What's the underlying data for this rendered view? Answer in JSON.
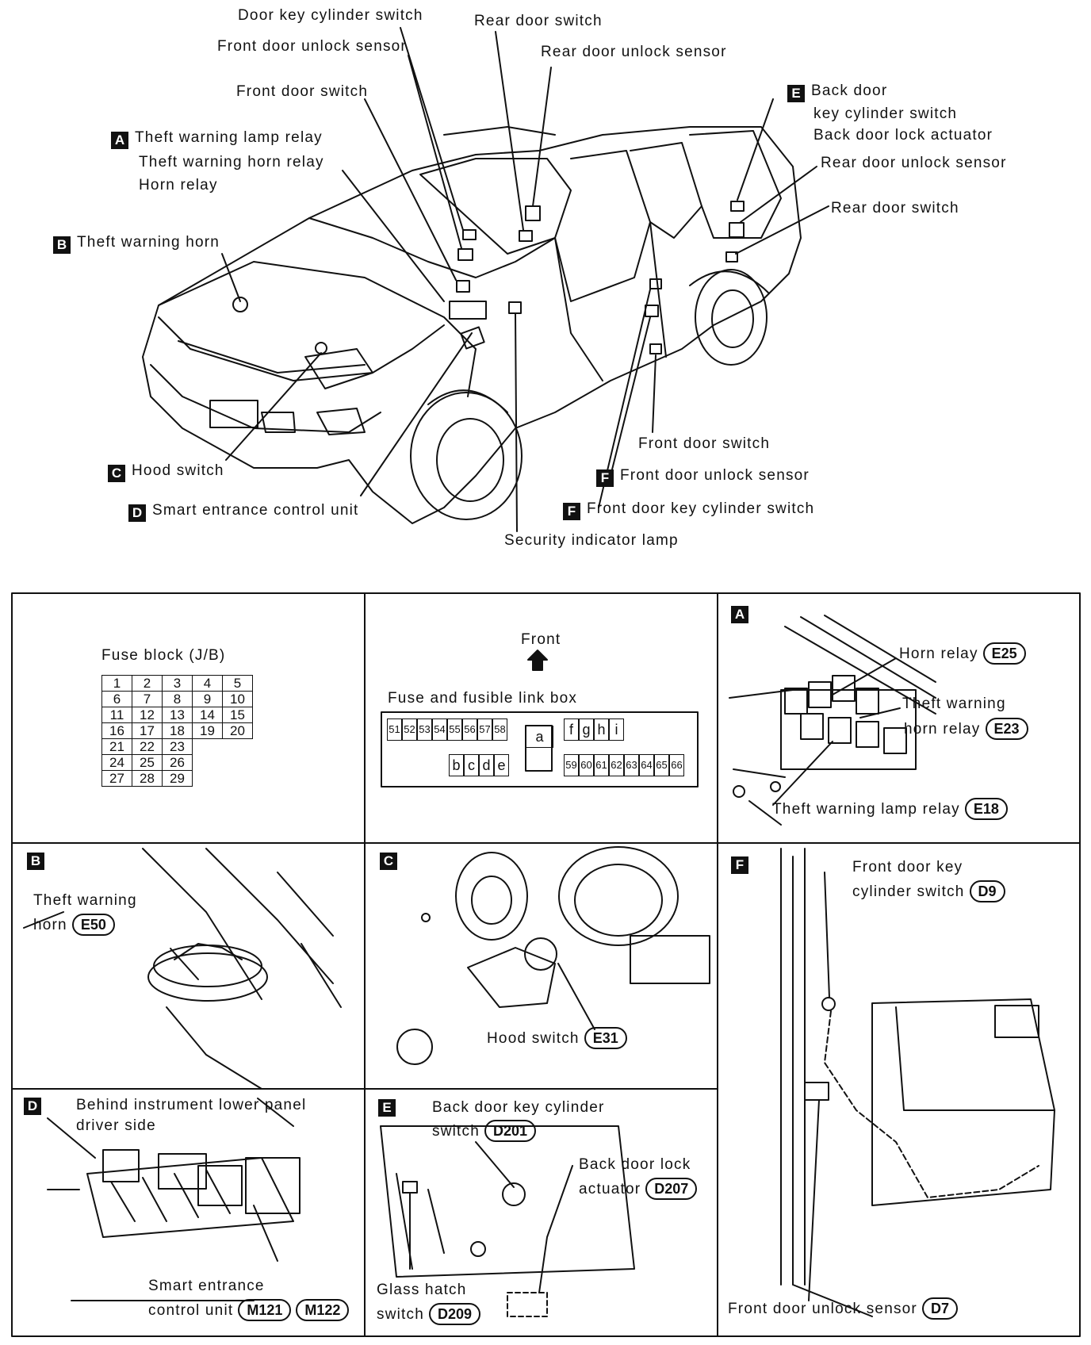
{
  "overview": {
    "door_key_cylinder_switch": "Door key cylinder switch",
    "front_door_unlock_sensor_top": "Front door unlock sensor",
    "rear_door_switch_top": "Rear door switch",
    "rear_door_unlock_sensor_top": "Rear door unlock sensor",
    "front_door_switch_top": "Front door switch",
    "a_lines": [
      "Theft warning lamp relay",
      "Theft warning horn relay",
      "Horn relay"
    ],
    "b_label": "Theft warning horn",
    "e_lines": [
      "Back door",
      "key cylinder switch",
      "Back door lock actuator"
    ],
    "rear_door_unlock_sensor_right": "Rear door unlock sensor",
    "rear_door_switch_right": "Rear door switch",
    "front_door_switch_bottom": "Front door switch",
    "f_front_door_unlock_sensor": "Front door unlock sensor",
    "f_front_door_key_cylinder_switch": "Front door key cylinder switch",
    "c_label": "Hood switch",
    "d_label": "Smart entrance control unit",
    "security_indicator_lamp": "Security indicator lamp"
  },
  "letters": {
    "a": "A",
    "b": "B",
    "c": "C",
    "d": "D",
    "e": "E",
    "f": "F"
  },
  "fuse_block": {
    "title": "Fuse block (J/B)",
    "rows": [
      [
        "1",
        "2",
        "3",
        "4",
        "5"
      ],
      [
        "6",
        "7",
        "8",
        "9",
        "10"
      ],
      [
        "11",
        "12",
        "13",
        "14",
        "15"
      ],
      [
        "16",
        "17",
        "18",
        "19",
        "20"
      ],
      [
        "21",
        "22",
        "23"
      ],
      [
        "24",
        "25",
        "26"
      ],
      [
        "27",
        "28",
        "29"
      ]
    ]
  },
  "fusible_box": {
    "front": "Front",
    "title": "Fuse and fusible link box",
    "left_top": [
      "51",
      "52",
      "53",
      "54",
      "55",
      "56",
      "57",
      "58"
    ],
    "left_bottom": [
      "b",
      "c",
      "d",
      "e"
    ],
    "middle": "a",
    "right_top": [
      "f",
      "g",
      "h",
      "i"
    ],
    "right_bottom": [
      "59",
      "60",
      "61",
      "62",
      "63",
      "64",
      "65",
      "66"
    ]
  },
  "panel_a": {
    "horn_relay": "Horn relay",
    "horn_relay_conn": "E25",
    "theft_horn_relay_1": "Theft warning",
    "theft_horn_relay_2": "horn relay",
    "theft_horn_relay_conn": "E23",
    "theft_lamp_relay": "Theft warning lamp relay",
    "theft_lamp_relay_conn": "E18"
  },
  "panel_b": {
    "line1": "Theft warning",
    "line2": "horn",
    "conn": "E50"
  },
  "panel_c": {
    "label": "Hood switch",
    "conn": "E31"
  },
  "panel_d": {
    "note1": "Behind instrument lower panel",
    "note2": "driver side",
    "label1": "Smart entrance",
    "label2": "control unit",
    "conn1": "M121",
    "conn2": "M122"
  },
  "panel_e": {
    "kc1": "Back door key cylinder",
    "kc2": "switch",
    "kc_conn": "D201",
    "la1": "Back door lock",
    "la2": "actuator",
    "la_conn": "D207",
    "gh1": "Glass hatch",
    "gh2": "switch",
    "gh_conn": "D209"
  },
  "panel_f": {
    "kc1": "Front door key",
    "kc2": "cylinder switch",
    "kc_conn": "D9",
    "us": "Front door unlock sensor",
    "us_conn": "D7"
  }
}
